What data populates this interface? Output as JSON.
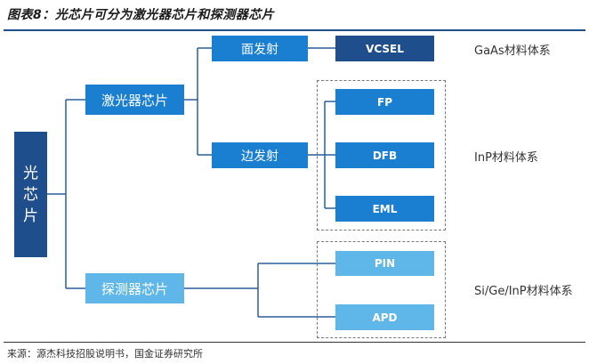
{
  "title": "图表8：光芯片可分为激光器芯片和探测器芯片",
  "root": {
    "chars": [
      "光",
      "芯",
      "片"
    ]
  },
  "laser": {
    "label": "激光器芯片"
  },
  "detector": {
    "label": "探测器芯片"
  },
  "surface": {
    "label": "面发射"
  },
  "edge": {
    "label": "边发射"
  },
  "chips": {
    "vcsel": "VCSEL",
    "fp": "FP",
    "dfb": "DFB",
    "eml": "EML",
    "pin": "PIN",
    "apd": "APD"
  },
  "systems": {
    "gaas": "GaAs材料体系",
    "inp": "InP材料体系",
    "sige": "Si/Ge/InP材料体系"
  },
  "source": "来源：源杰科技招股说明书，国金证券研究所",
  "colors": {
    "dark": "#1f4e8c",
    "mid": "#1a7fd1",
    "light": "#5eb7e8"
  }
}
